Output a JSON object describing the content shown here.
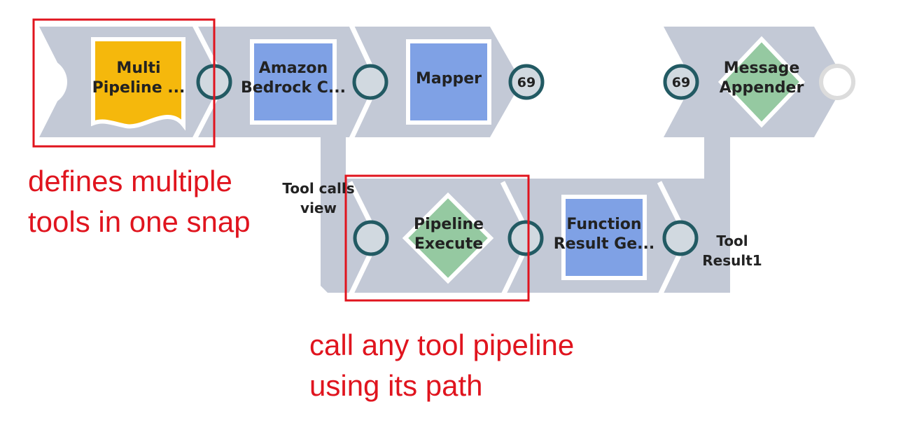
{
  "colors": {
    "band": "#c3c9d6",
    "snap_blue": "#7fa1e5",
    "snap_green": "#95c9a1",
    "snap_yellow": "#f5b80c",
    "port_ring": "#225a63",
    "port_fill": "#d1d9e0",
    "annotation_red": "#e0141e",
    "text": "#222222"
  },
  "snaps": {
    "multi_pipeline": {
      "label_line1": "Multi",
      "label_line2": "Pipeline ...",
      "icon": "document-icon"
    },
    "amazon_bedrock": {
      "label_line1": "Amazon",
      "label_line2": "Bedrock C...",
      "icon": "square-icon"
    },
    "mapper": {
      "label": "Mapper",
      "icon": "square-icon"
    },
    "message_appender": {
      "label_line1": "Message",
      "label_line2": "Appender",
      "icon": "diamond-icon"
    },
    "pipeline_execute": {
      "label_line1": "Pipeline",
      "label_line2": "Execute",
      "icon": "diamond-icon"
    },
    "function_result": {
      "label_line1": "Function",
      "label_line2": "Result Ge...",
      "icon": "square-icon"
    }
  },
  "badges": {
    "mapper_output_count": "69",
    "message_appender_input_count": "69"
  },
  "views": {
    "tool_calls": {
      "line1": "Tool calls",
      "line2": "view"
    },
    "tool_result": {
      "line1": "Tool",
      "line2": "Result1"
    }
  },
  "annotations": {
    "top": {
      "line1": "defines multiple",
      "line2": "tools in one snap"
    },
    "bottom": {
      "line1": "call any tool pipeline",
      "line2": "using its path"
    }
  }
}
